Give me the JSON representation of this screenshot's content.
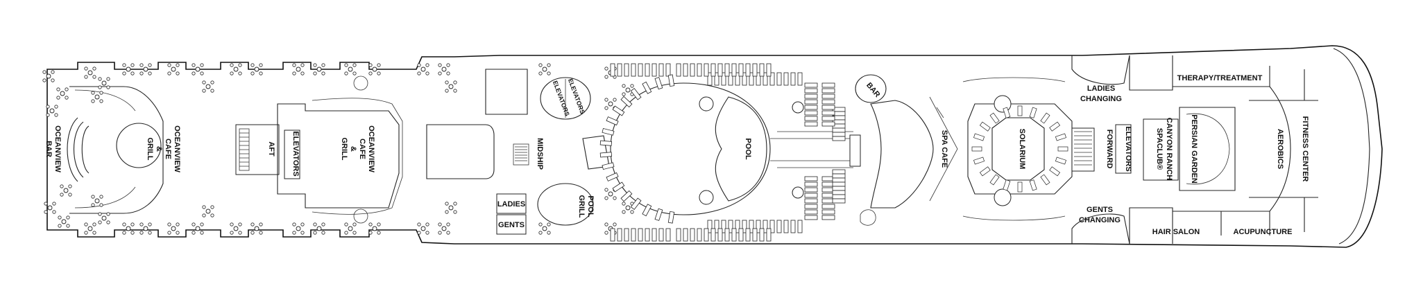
{
  "labels": {
    "oceanview_bar": [
      "OCEANVIEW",
      "BAR"
    ],
    "oceanview_cafe_aft": [
      "OCEANVIEW",
      "CAFE",
      "&",
      "GRILL"
    ],
    "aft_elevators": [
      "AFT",
      "ELEVATORS"
    ],
    "oceanview_cafe_mid": [
      "OCEANVIEW",
      "CAFE",
      "&",
      "GRILL"
    ],
    "midship": "MIDSHIP",
    "ladies": "LADIES",
    "gents": "GENTS",
    "elevators_left": "ELEVATORS",
    "elevators_right": "ELEVATORS",
    "pool_grill": [
      "POOL",
      "GRILL"
    ],
    "pool": "POOL",
    "bar": "BAR",
    "spa_cafe": "SPA CAFE",
    "solarium": "SOLARIUM",
    "forward_elevators": [
      "FORWARD",
      "ELEVATORS"
    ],
    "ladies_changing": [
      "LADIES",
      "CHANGING"
    ],
    "gents_changing": [
      "GENTS",
      "CHANGING"
    ],
    "canyon_ranch": [
      "CANYON RANCH",
      "SPACLUB®"
    ],
    "persian_garden": "PERSIAN GARDEN",
    "therapy_treatment": "THERAPY/TREATMENT",
    "hair_salon": "HAIR SALON",
    "acupuncture": "ACUPUNCTURE",
    "fitness_center": [
      "FITNESS CENTER",
      "AEROBICS"
    ]
  }
}
